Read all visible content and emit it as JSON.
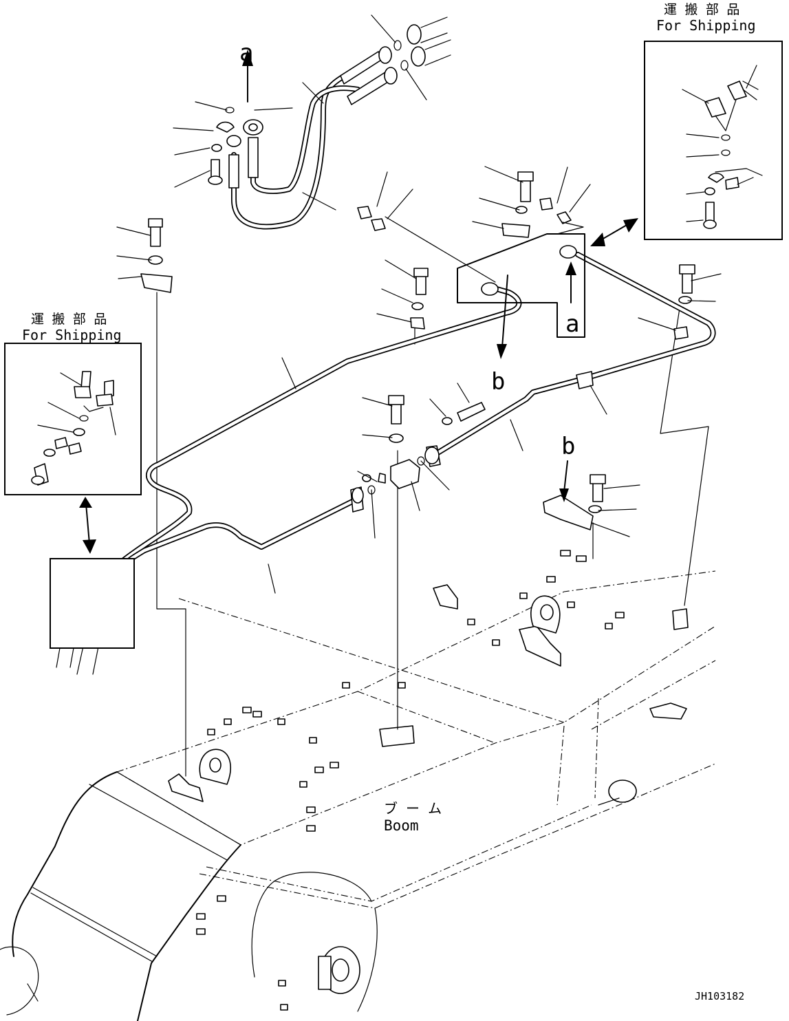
{
  "shipping_note_top_right": {
    "ja": "運 搬 部 品",
    "en": "For Shipping"
  },
  "shipping_note_left": {
    "ja": "運 搬 部 品",
    "en": "For Shipping"
  },
  "callouts": {
    "a_top": "a",
    "a_box": "a",
    "b_arrow": "b",
    "b_bracket": "b"
  },
  "boom_label": {
    "ja": "ブ ー ム",
    "en": "Boom"
  },
  "drawing_number": "JH103182"
}
